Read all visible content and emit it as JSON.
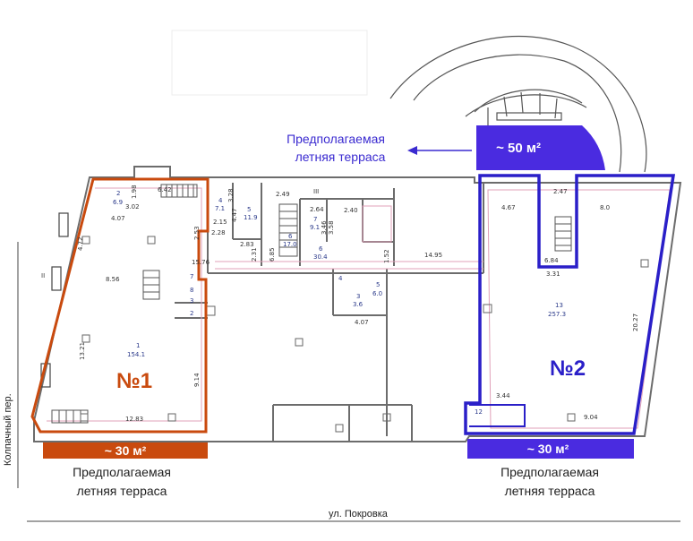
{
  "terraces": {
    "north": {
      "badge": "~ 50 м²",
      "caption_line1": "Предполагаемая",
      "caption_line2": "летняя терраса"
    },
    "left": {
      "badge": "~ 30 м²",
      "caption_line1": "Предполагаемая",
      "caption_line2": "летняя терраса"
    },
    "right": {
      "badge": "~ 30 м²",
      "caption_line1": "Предполагаемая",
      "caption_line2": "летняя терраса"
    }
  },
  "units": {
    "unit1": {
      "label": "№1"
    },
    "unit2": {
      "label": "№2"
    }
  },
  "streets": {
    "bottom": "ул. Покровка",
    "left": "Колпачный пер."
  },
  "rooms": {
    "r2": "2",
    "r2a": "6.9",
    "r3": "3",
    "r4": "4",
    "r4a": "7.1",
    "r5": "5",
    "r5a": "11.9",
    "r6": "6",
    "r6a": "17.0",
    "r7": "7",
    "r7a": "9.1",
    "r6b": "6",
    "r6c": "30.4",
    "r1": "1",
    "r1a": "154.1",
    "r13": "13",
    "r13a": "257.3",
    "r12": "12",
    "r4b": "4",
    "r5b": "5",
    "r5c": "6.0",
    "r3b": "3",
    "r3c": "3.6",
    "r8": "8",
    "r7b": "7",
    "r2b": "2",
    "roman2": "II",
    "roman3": "III"
  },
  "dims": {
    "d1": "4.07",
    "d2": "1.98",
    "d3": "3.02",
    "d4": "6.42",
    "d5": "4.72",
    "d6": "8.56",
    "d7": "13.21",
    "d8": "12.83",
    "d9": "9.14",
    "d10": "2.28",
    "d11": "2.15",
    "d12": "4.47",
    "d13": "3.28",
    "d14": "2.49",
    "d15": "2.83",
    "d16": "15.76",
    "d17": "2.31",
    "d18": "6.85",
    "d19": "2.64",
    "d20": "2.40",
    "d21": "3.58",
    "d22": "3.46",
    "d23": "1.52",
    "d24": "14.95",
    "d25": "4.07",
    "d26": "4.67",
    "d27": "2.47",
    "d28": "8.0",
    "d29": "6.84",
    "d30": "3.31",
    "d31": "20.27",
    "d32": "3.44",
    "d33": "9.04",
    "d34": "2.53"
  },
  "colors": {
    "unit1": "#c94a0e",
    "unit2": "#2a1fc8",
    "terrace_fill": "#4a2be0",
    "caption_blue": "#3a2ad0",
    "wall": "#6c6c6c",
    "accent_pink": "#e0a0b8"
  }
}
